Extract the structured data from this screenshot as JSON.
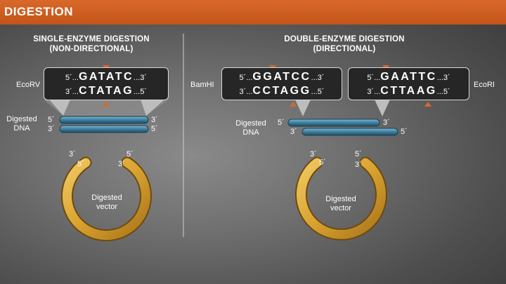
{
  "title": "DIGESTION",
  "left": {
    "heading_line1": "SINGLE-ENZYME DIGESTION",
    "heading_line2": "(NON-DIRECTIONAL)",
    "enzyme": "EcoRV",
    "top_5": "5´...",
    "top_bases": "GATATC",
    "top_3": "...3´",
    "bottom_3": "3´...",
    "bottom_bases": "CTATAG",
    "bottom_5": "...5´",
    "dna_label_line1": "Digested",
    "dna_label_line2": "DNA",
    "vector_label_line1": "Digested",
    "vector_label_line2": "vector"
  },
  "right": {
    "heading_line1": "DOUBLE-ENZYME DIGESTION",
    "heading_line2": "(DIRECTIONAL)",
    "enzyme_left": "BamHI",
    "enzyme_right": "EcoRI",
    "box1_top_5": "5´...",
    "box1_top_bases": "GGATCC",
    "box1_top_3": "...3´",
    "box1_bottom_3": "3´...",
    "box1_bottom_bases": "CCTAGG",
    "box1_bottom_5": "...5´",
    "box2_top_5": "5´...",
    "box2_top_bases": "GAATTC",
    "box2_top_3": "...3´",
    "box2_bottom_3": "3´...",
    "box2_bottom_bases": "CTTAAG",
    "box2_bottom_5": "...5´",
    "dna_label_line1": "Digested",
    "dna_label_line2": "DNA",
    "vector_label_line1": "Digested",
    "vector_label_line2": "vector"
  },
  "primes": {
    "five": "5´",
    "three": "3´"
  },
  "colors": {
    "banner": "#c8591d",
    "cut_marker": "#d9682a",
    "dna": "#3d7fa0",
    "vector": "#d8a230"
  }
}
